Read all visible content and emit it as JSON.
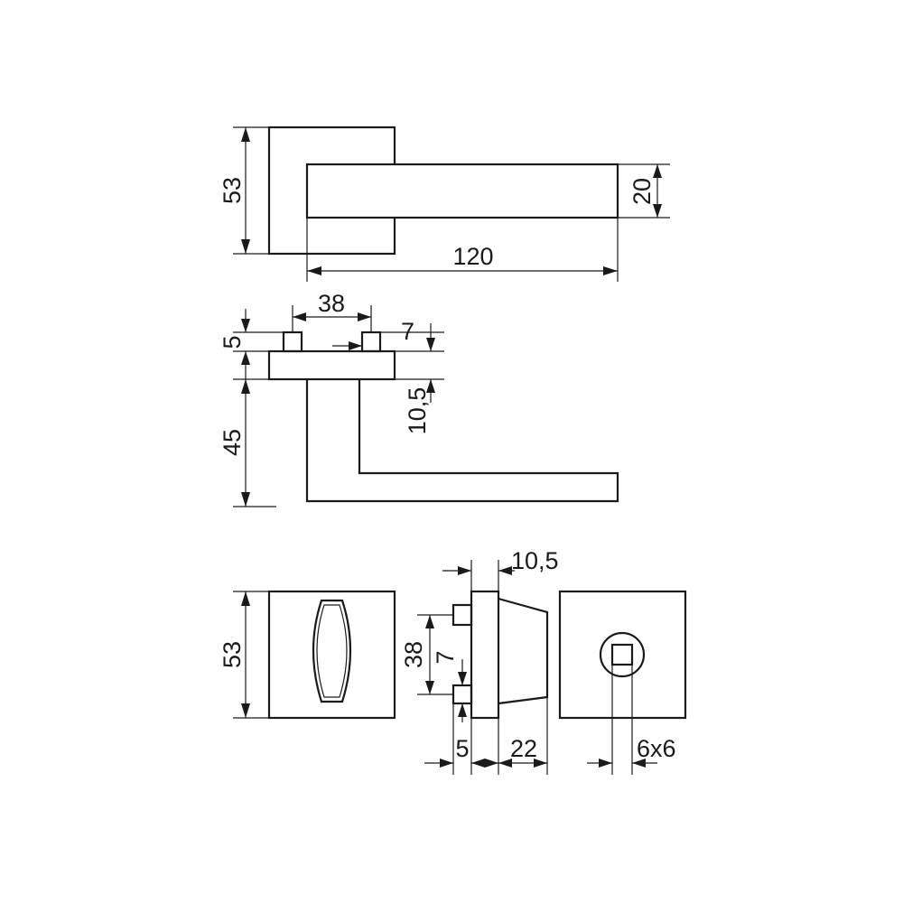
{
  "drawing": {
    "top_view": {
      "rose_height": "53",
      "lever_thickness": "20",
      "lever_length": "120"
    },
    "side_view": {
      "pin_spacing": "38",
      "pin_height": "5",
      "pin_width": "7",
      "rose_thickness": "10,5",
      "lever_drop": "45"
    },
    "turn_release": {
      "rose_height": "53",
      "pin_spacing": "38",
      "pin_size": "7",
      "rose_thickness": "10,5",
      "pin_depth": "5",
      "knob_length": "22",
      "spindle_square": "6x6"
    }
  }
}
